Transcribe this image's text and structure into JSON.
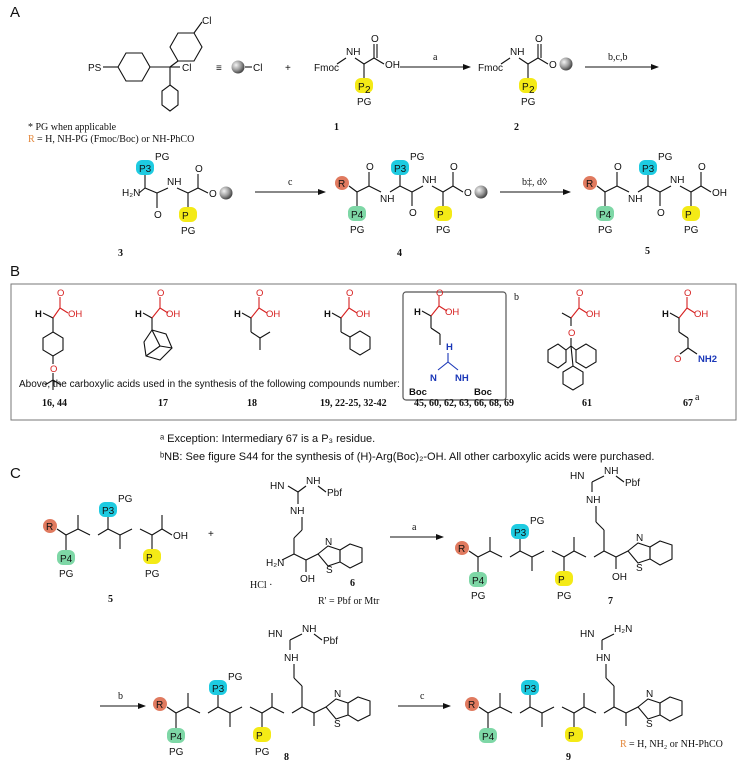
{
  "sections": {
    "a": "A",
    "b": "B",
    "c": "C"
  },
  "colors": {
    "R": "#e07a5f",
    "P2": "#f4ea16",
    "P3": "#1ecbe1",
    "P4": "#7ed7a6",
    "acid_red": "#d62020",
    "amine_blue": "#1a37b8"
  },
  "panel_a": {
    "resin_ps": "PS",
    "cl": "Cl",
    "equiv": "≡",
    "plus": "+",
    "fmoc": "Fmoc",
    "nh": "N​H",
    "oh": "OH",
    "o": "O",
    "p2": "P",
    "p2sub": "2",
    "pg": "PG",
    "cmpd1": "1",
    "cmpd2": "2",
    "cmpd3": "3",
    "cmpd4": "4",
    "cmpd5": "5",
    "h2n": "H₂N",
    "step_a": "a",
    "step_bcb": "b,c,b",
    "step_c": "c",
    "step_bd": "b‡, d◊",
    "footnote_pg": "* PG when applicable",
    "r_def_r": "R",
    "r_def_text": "= H, NH-PG (Fmoc/Boc) or NH-PhCO",
    "p3": "P3",
    "p4": "P4",
    "r": "R"
  },
  "panel_b": {
    "acids": [
      {
        "id": "acid-tbu-tyr",
        "label": "16, 44"
      },
      {
        "id": "acid-adamantyl",
        "label": "17"
      },
      {
        "id": "acid-leucine",
        "label": "18"
      },
      {
        "id": "acid-phenylalanine",
        "label": "19, 22-25, 32-42"
      },
      {
        "id": "acid-arginine",
        "label": "45, 60, 62, 63, 66, 68, 69"
      },
      {
        "id": "acid-trityl-serine",
        "label": "61"
      },
      {
        "id": "acid-glutamine",
        "label": "67"
      }
    ],
    "caption": "Above, the carboxylic acids used in the synthesis of the following compounds number:",
    "boc": "Boc",
    "nh2": "NH2",
    "h": "H",
    "oh": "OH",
    "o": "O",
    "sup_b": "b",
    "sup_a": "a",
    "footnote_a": "ᵃ Exception: Intermediary 67 is a P₃ residue.",
    "footnote_b": "ᵇNB: See figure S44 for the synthesis of (H)-Arg(Boc)₂-OH. All other carboxylic acids were purchased."
  },
  "panel_c": {
    "cmpd5": "5",
    "cmpd6": "6",
    "cmpd7": "7",
    "cmpd8": "8",
    "cmpd9": "9",
    "hcl": "HCl ·",
    "r_prime": "R' = Pbf or Mtr",
    "pbf": "Pbf",
    "step_a": "a",
    "step_b": "b",
    "step_c": "c",
    "r_def_r": "R",
    "r_def_text": "= H, NH₂ or NH-PhCO",
    "hn": "HN",
    "nh": "NH",
    "h2n": "H₂N",
    "s": "S",
    "n": "N",
    "oh": "OH",
    "pg": "PG"
  }
}
